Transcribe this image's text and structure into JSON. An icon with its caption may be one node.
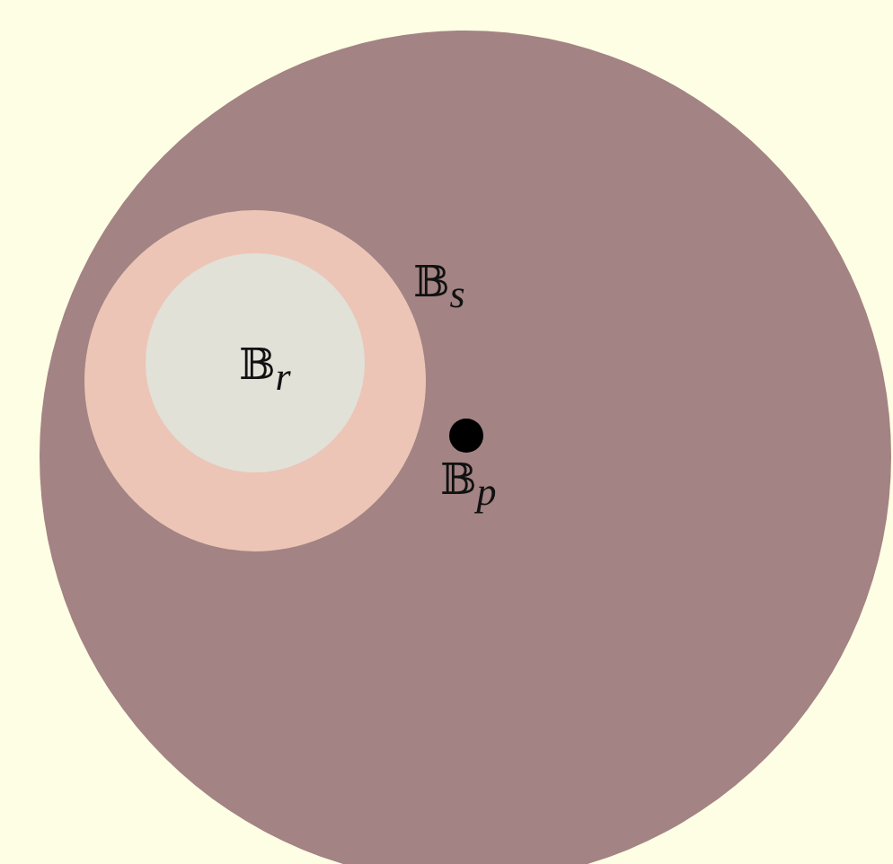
{
  "diagram": {
    "nodes": [
      {
        "text": [],
        "shape": "circle"
      },
      {
        "text": [
          "𝔹$_{s}$"
        ],
        "in": 0
      },
      {
        "text": [
          "𝔹$_{r}$"
        ],
        "in": 1
      },
      {
        "text": [
          "𝔹$_{p}$"
        ],
        "in": 0
      }
    ]
  }
}
